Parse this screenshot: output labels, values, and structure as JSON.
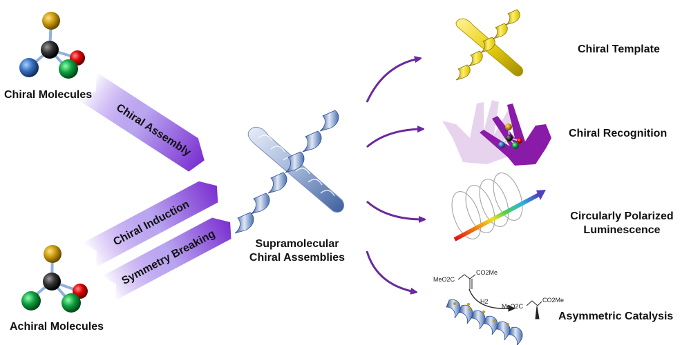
{
  "inputs": {
    "chiral_molecules": "Chiral Molecules",
    "achiral_molecules": "Achiral Molecules"
  },
  "processes": {
    "chiral_assembly": "Chiral Assembly",
    "chiral_induction": "Chiral Induction",
    "symmetry_breaking": "Symmetry Breaking"
  },
  "center": {
    "line1": "Supramolecular",
    "line2": "Chiral Assemblies"
  },
  "applications": {
    "chiral_template": "Chiral Template",
    "chiral_recognition": "Chiral Recognition",
    "cpl_line1": "Circularly Polarized",
    "cpl_line2": "Luminescence",
    "asymmetric_catalysis": "Asymmetric Catalysis"
  },
  "reaction": {
    "reactant_left": "MeO2C",
    "reactant_right": "CO2Me",
    "reagent": "H2",
    "product_left": "MeO2C",
    "product_right": "CO2Me"
  },
  "colors": {
    "arrow_purple": "#6a2a9c",
    "band_purple": "#7b3fe0",
    "hand_purple": "#8a1aa8",
    "helix_blue": "#4a6fb0",
    "helix_yellow": "#e8d010"
  }
}
